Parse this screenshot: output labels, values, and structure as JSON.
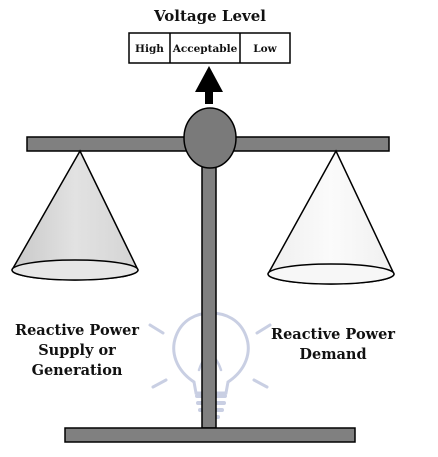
{
  "title": "Voltage Level",
  "indicator": {
    "high": "High",
    "acceptable": "Acceptable",
    "low": "Low"
  },
  "left_pan": {
    "lines": [
      "Reactive Power",
      "Supply or",
      "Generation"
    ]
  },
  "right_pan": {
    "lines": [
      "Reactive Power",
      "Demand"
    ]
  },
  "colors": {
    "beam": "#808080",
    "pivot": "#7a7a7a",
    "left_cone": "#dcdcdc",
    "right_cone": "#f7f7f7",
    "bulb": "#c9cfe3",
    "outline": "#000000"
  },
  "icons": [
    "arrow-up-icon",
    "light-bulb-icon"
  ]
}
